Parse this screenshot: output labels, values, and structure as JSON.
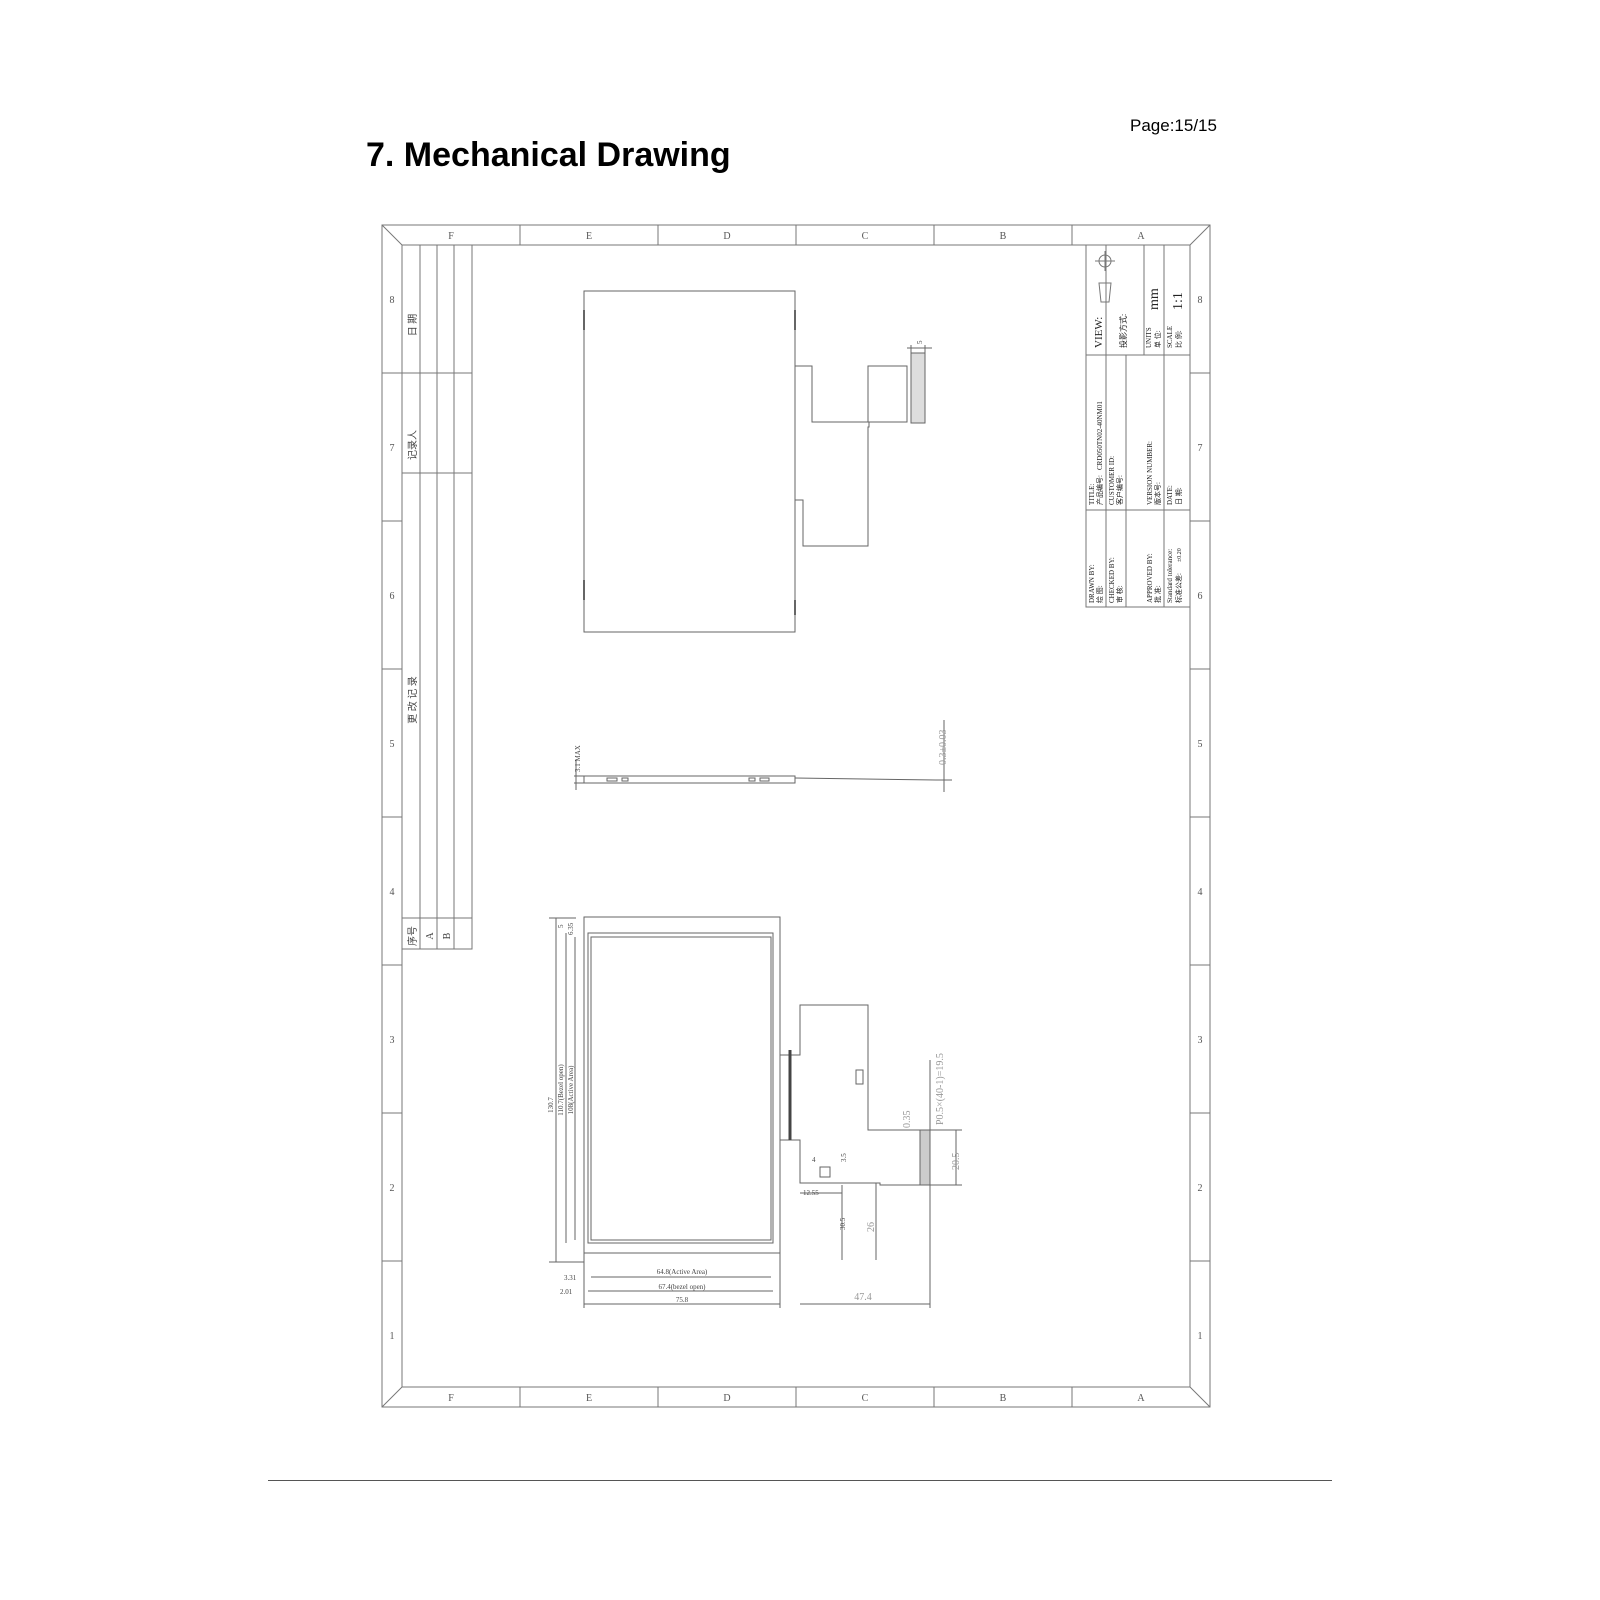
{
  "header": {
    "page_number": "Page:15/15",
    "title": "7. Mechanical Drawing"
  },
  "frame": {
    "col_labels": [
      "F",
      "E",
      "D",
      "C",
      "B",
      "A"
    ],
    "row_labels": [
      "8",
      "7",
      "6",
      "5",
      "4",
      "3",
      "2",
      "1"
    ]
  },
  "revision_table": {
    "date_label": "日 期",
    "recorder_label": "记录人",
    "change_record_label": "更 改 记 录",
    "serial_label": "序号",
    "rows": [
      "A",
      "B"
    ]
  },
  "title_block": {
    "view_label": "VIEW:",
    "projection_label": "投影方式:",
    "units_label": "UNITS",
    "units_cn": "单 位:",
    "units_value": "mm",
    "scale_label": "SCALE",
    "scale_cn": "比 例:",
    "scale_value": "1:1",
    "title_label": "TITLE:",
    "title_cn": "产品编号:",
    "title_value": "CRD050TN02-40NM01",
    "customer_label": "CUSTOMER ID:",
    "customer_cn": "客户编号:",
    "version_label": "VERSION NUMBER:",
    "version_cn": "版本号:",
    "date_label": "DATE:",
    "date_cn": "日 期:",
    "drawn_label": "DRAWN BY:",
    "drawn_cn": "绘 图:",
    "checked_label": "CHECKED BY:",
    "checked_cn": "审 核:",
    "approved_label": "APPROVED BY:",
    "approved_cn": "批 准:",
    "tolerance_label": "Standard tolerance:",
    "tolerance_cn": "标准公差:",
    "tolerance_value": "±0.20"
  },
  "dimensions": {
    "top_fpc": "5",
    "side_max": "3.1 MAX",
    "fpc_thickness": "0.3±0.03",
    "height_total": "130.7",
    "height_bezel": "110.7(Bezel open)",
    "height_active": "108(Active Area)",
    "top_offset": "5",
    "top_offset_2": "6.35",
    "left_active": "3.31",
    "left_bezel": "2.01",
    "width_active": "64.8(Active Area)",
    "width_bezel": "67.4(bezel open)",
    "width_total": "75.8",
    "fpc_len": "47.4",
    "pitch": "P0.5×(40-1)=19.5",
    "pin_width": "0.35",
    "fpc_width": "20.5",
    "stiff_w": "4",
    "stiff_h": "3.5",
    "tail_w": "12.55",
    "tail_h": "30.5",
    "tail_h2": "26"
  }
}
